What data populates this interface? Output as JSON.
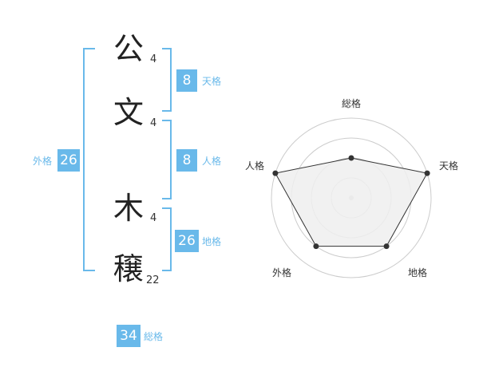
{
  "name": {
    "chars": [
      {
        "char": "公",
        "strokes": "4"
      },
      {
        "char": "文",
        "strokes": "4"
      },
      {
        "char": "木",
        "strokes": "4"
      },
      {
        "char": "穣",
        "strokes": "22"
      }
    ]
  },
  "fortune": {
    "tenkaku": {
      "value": "8",
      "label": "天格"
    },
    "jinkaku": {
      "value": "8",
      "label": "人格"
    },
    "chikaku": {
      "value": "26",
      "label": "地格"
    },
    "gaikaku": {
      "value": "26",
      "label": "外格"
    },
    "soukaku": {
      "value": "34",
      "label": "総格"
    }
  },
  "colors": {
    "accent": "#69b9ea",
    "text": "#333333",
    "grid": "#cccccc",
    "fill": "#eeeeee"
  },
  "chart_data": {
    "type": "radar",
    "axes": [
      "総格",
      "天格",
      "地格",
      "外格",
      "人格"
    ],
    "values": [
      0.5,
      1.0,
      0.75,
      0.75,
      1.0
    ],
    "rings": 4
  }
}
